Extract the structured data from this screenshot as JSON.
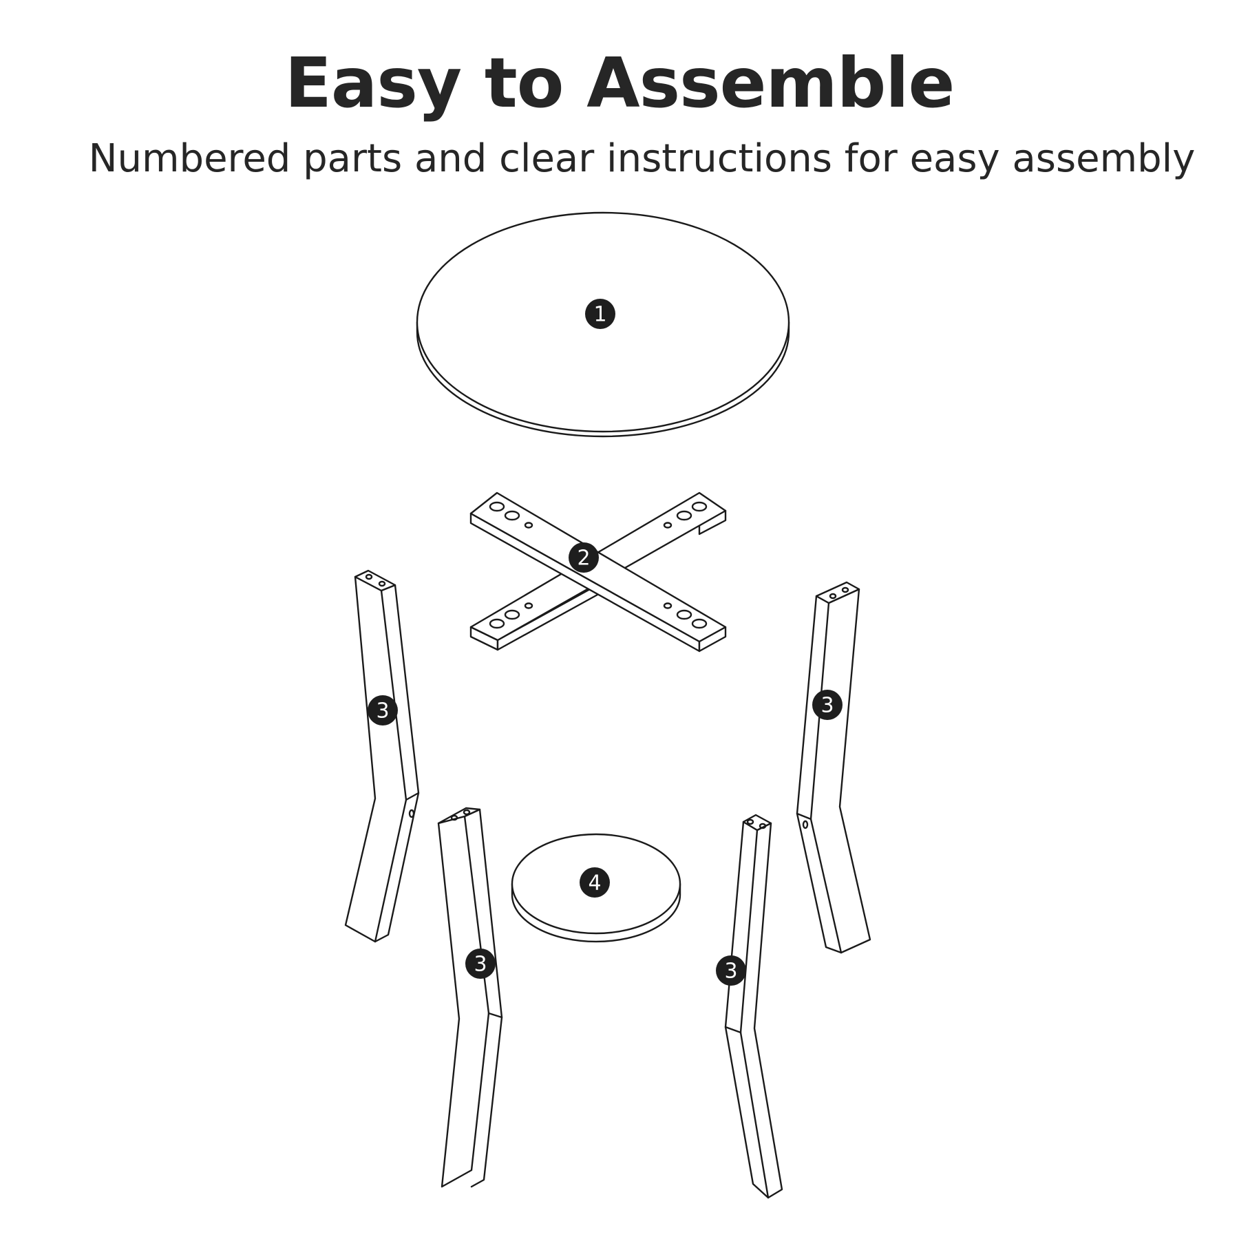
{
  "header": {
    "title": "Easy to Assemble",
    "subtitle": "Numbered parts and clear instructions for easy assembly"
  },
  "parts": {
    "tabletop": {
      "number": "1"
    },
    "cross_brace": {
      "number": "2"
    },
    "legs": [
      {
        "number": "3"
      },
      {
        "number": "3"
      },
      {
        "number": "3"
      },
      {
        "number": "3"
      }
    ],
    "shelf": {
      "number": "4"
    }
  },
  "colors": {
    "text": "#262626",
    "line": "#1a1a1a",
    "badge": "#1e1e1e"
  }
}
